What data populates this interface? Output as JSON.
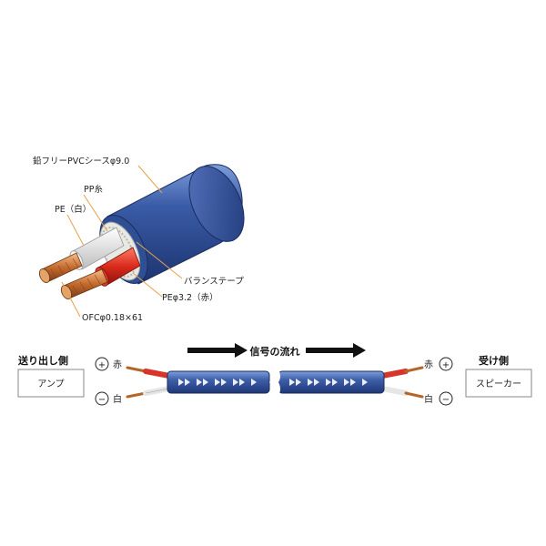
{
  "cross_section": {
    "labels": {
      "sheath": "鉛フリーPVCシースφ9.0",
      "pp_thread": "PP糸",
      "pe_white": "PE（白）",
      "balance_tape": "バランステープ",
      "pe_red": "PEφ3.2（赤）",
      "conductor": "OFCφ0.18×61"
    }
  },
  "signal_diagram": {
    "send_side": "送り出し側",
    "send_device": "アンプ",
    "receive_side": "受け側",
    "receive_device": "スピーカー",
    "flow_label": "信号の流れ",
    "plus_symbol": "+",
    "minus_symbol": "−",
    "red_label": "赤",
    "white_label": "白"
  },
  "colors": {
    "cable_blue": "#2f4f94",
    "cable_blue_light": "#6f8fd2",
    "copper": "#c8733a",
    "red_insulation": "#d62b1e",
    "white_insulation": "#f2f2f2"
  }
}
